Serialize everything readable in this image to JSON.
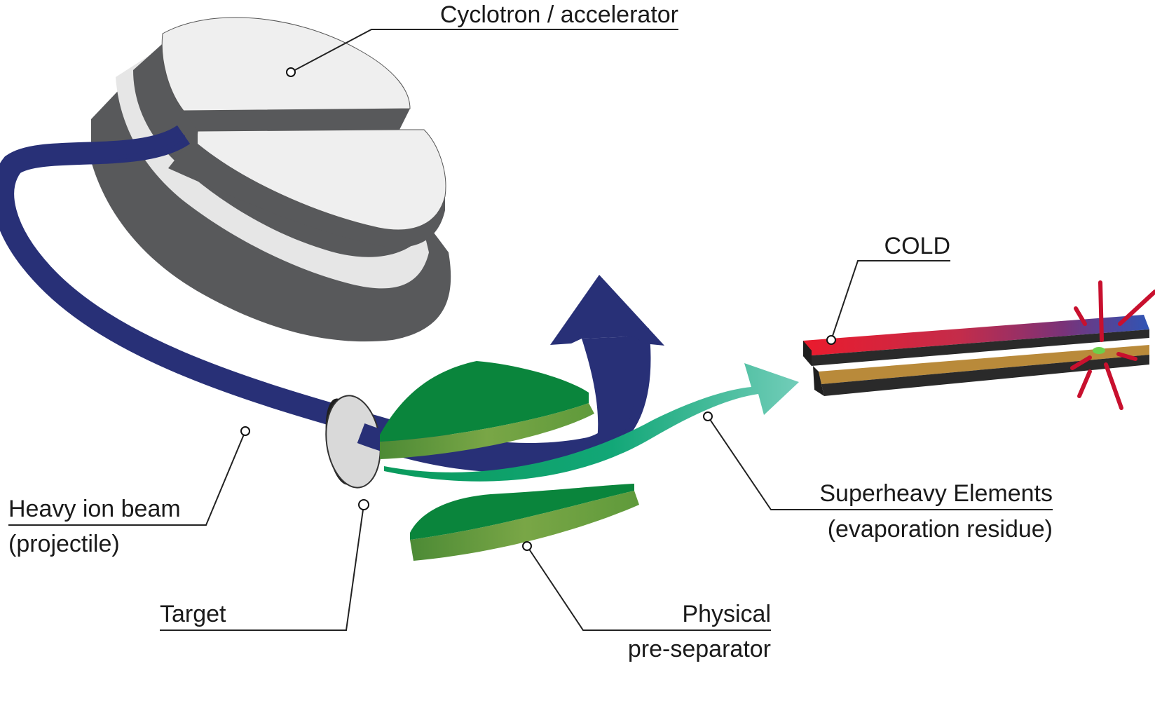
{
  "labels": {
    "cyclotron": "Cyclotron / accelerator",
    "cold": "COLD",
    "beam_line1": "Heavy ion beam",
    "beam_line2": "(projectile)",
    "target": "Target",
    "she_line1": "Superheavy Elements",
    "she_line2": "(evaporation residue)",
    "sep_line1": "Physical",
    "sep_line2": "pre-separator"
  },
  "colors": {
    "beam": "#283077",
    "cyclotron_top": "#efefef",
    "cyclotron_side": "#58595b",
    "separator_top": "#0a853c",
    "separator_side": "#6a9a3c",
    "residue_start": "#0aa060",
    "residue_end": "#6dcbb7",
    "detector_hot": "#e8192c",
    "detector_cold": "#2f55b5",
    "detector_lower": "#b98a3a",
    "detector_frame": "#2a2a2a",
    "spark": "#c8102e"
  }
}
